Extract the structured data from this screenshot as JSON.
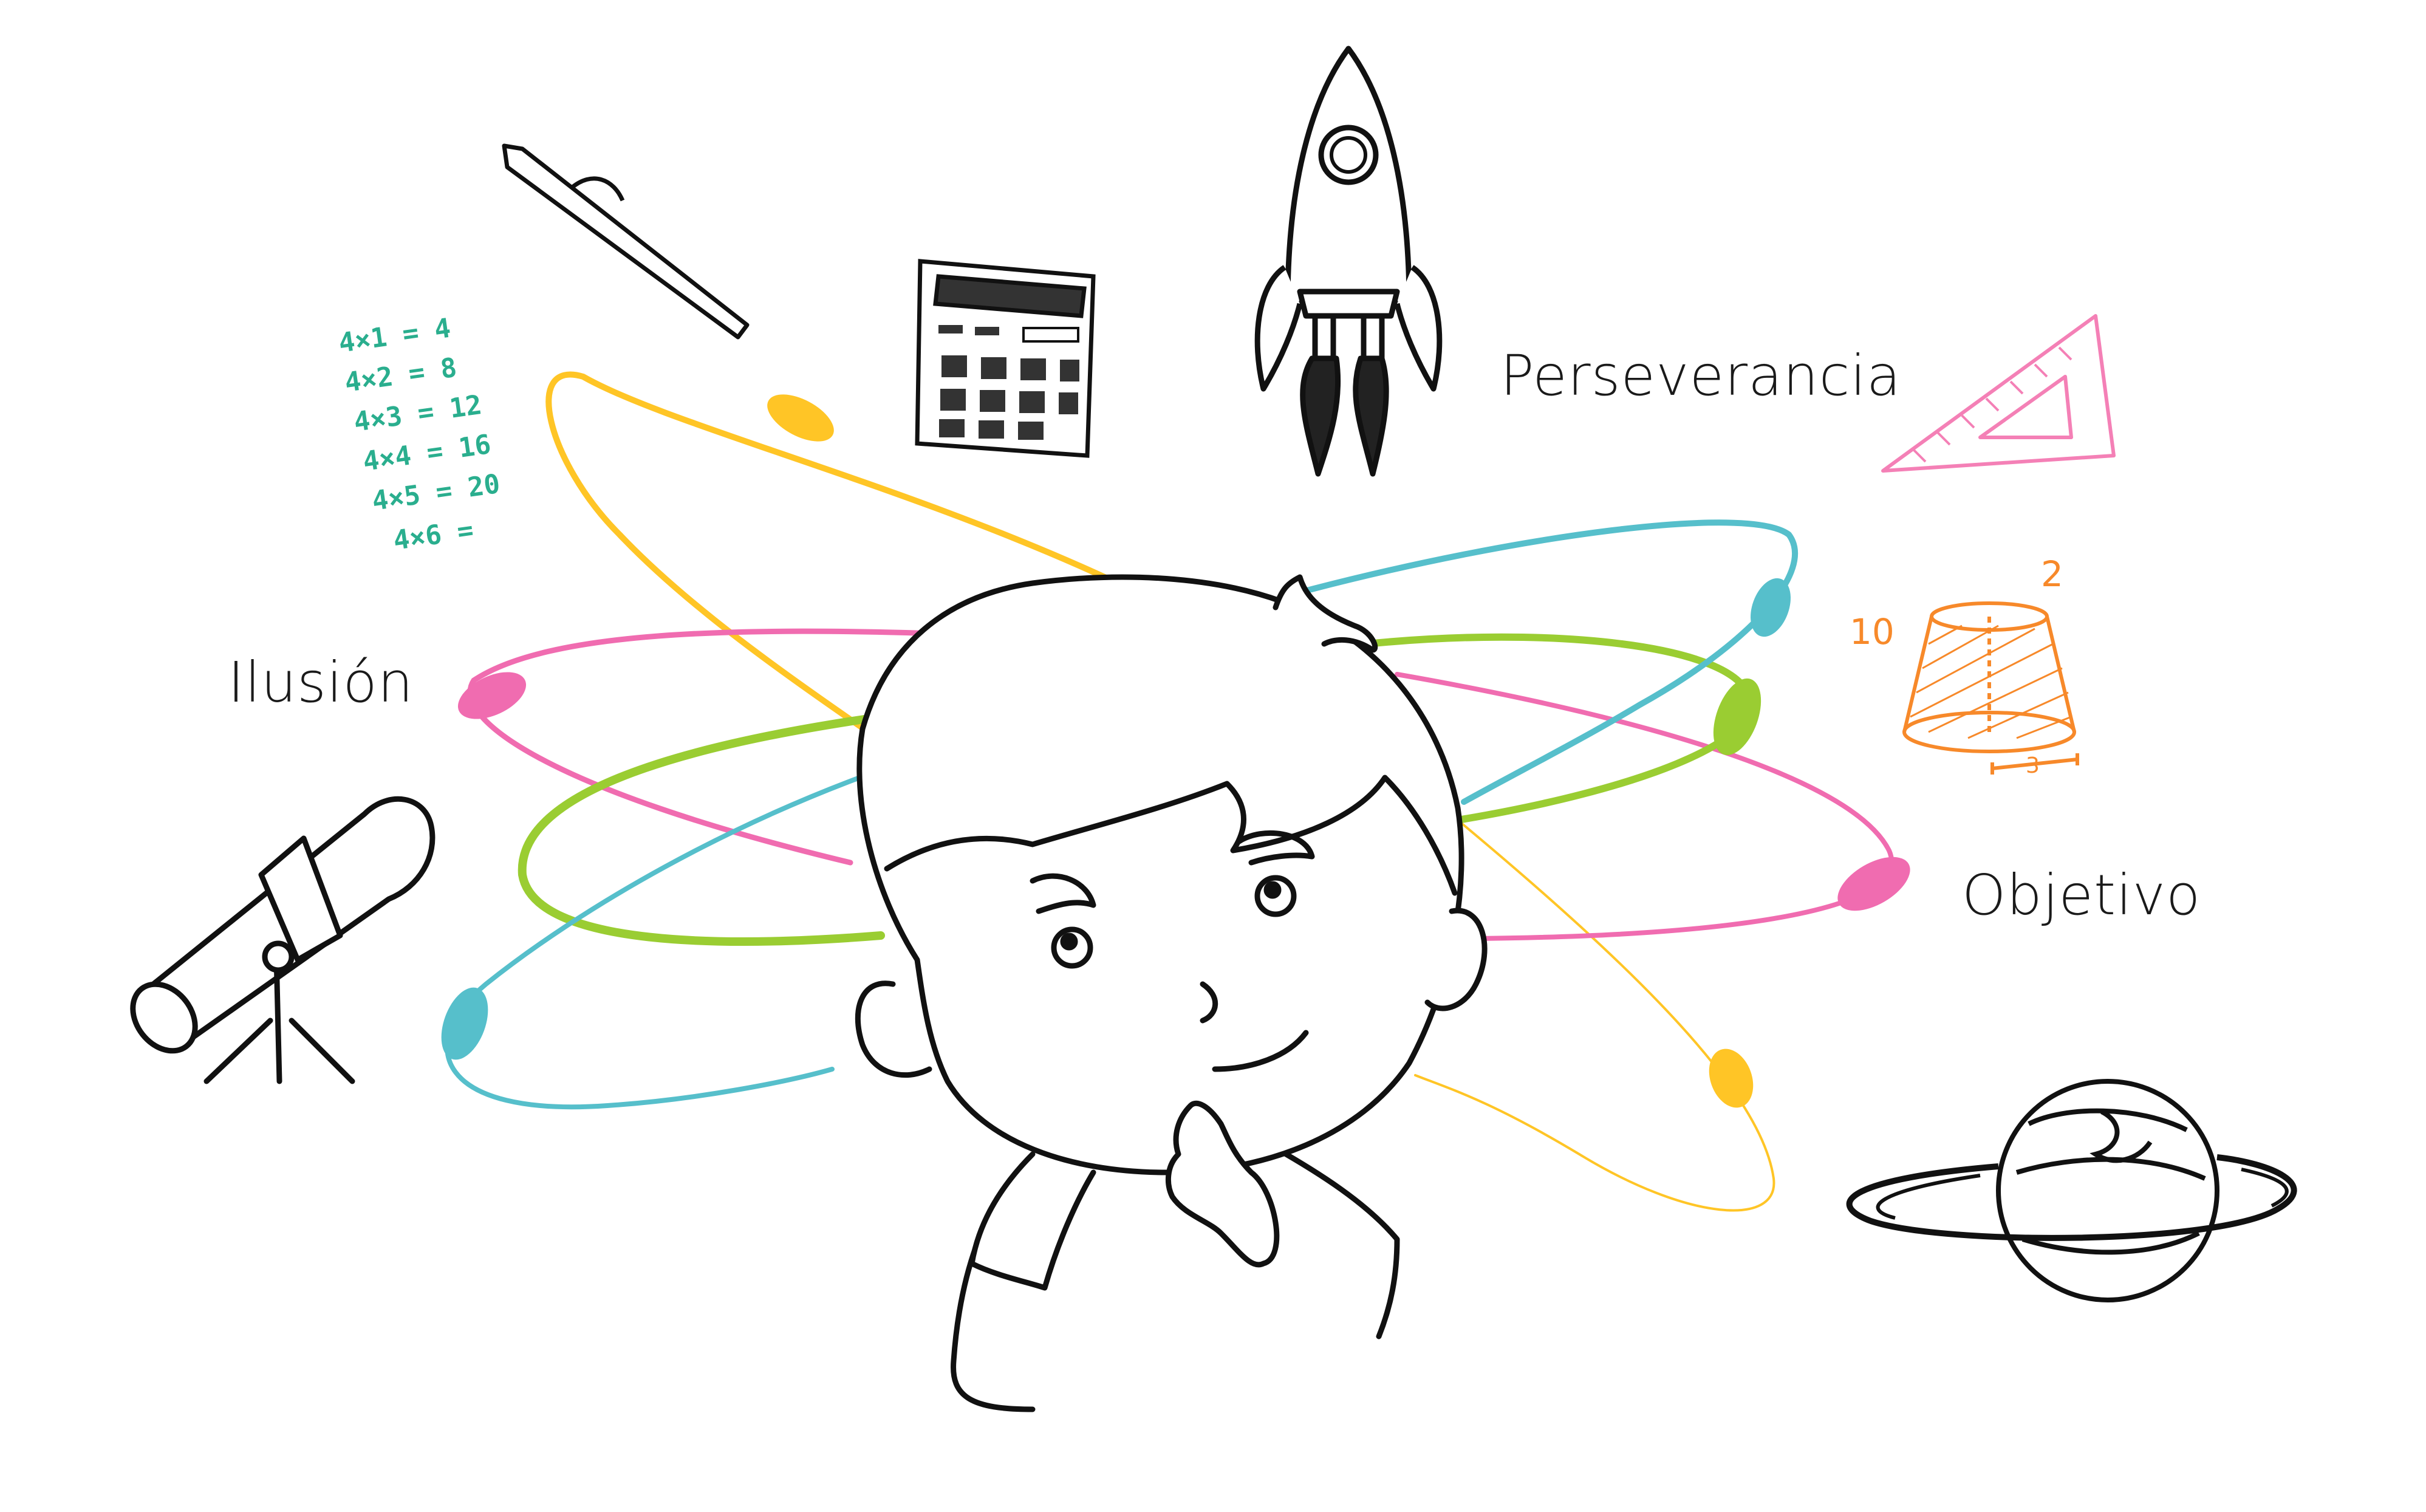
{
  "labels": {
    "ilusion": "Ilusión",
    "perseverancia": "Perseverancia",
    "objetivo": "Objetivo"
  },
  "multiplication": {
    "lines": [
      "4×1 = 4",
      "4×2 = 8",
      "4×3 = 12",
      "4×4 = 16",
      "4×5 = 20",
      "4×6 ="
    ]
  },
  "geometry": {
    "dimension_top": "2",
    "dimension_left": "10",
    "dimension_bottom": "3"
  },
  "colors": {
    "yellow": "#FFC526",
    "pink": "#F06CB0",
    "green": "#9ACD32",
    "cyan": "#56BFCB",
    "teal": "#2AAE8E",
    "orange": "#F7892A",
    "protractor_pink": "#F480B6",
    "ink": "#1a1a1a"
  },
  "icons": [
    "pen-icon",
    "calculator-icon",
    "rocket-icon",
    "set-square-icon",
    "truncated-cone-icon",
    "planet-icon",
    "telescope-icon",
    "boy-thinking-illustration"
  ]
}
